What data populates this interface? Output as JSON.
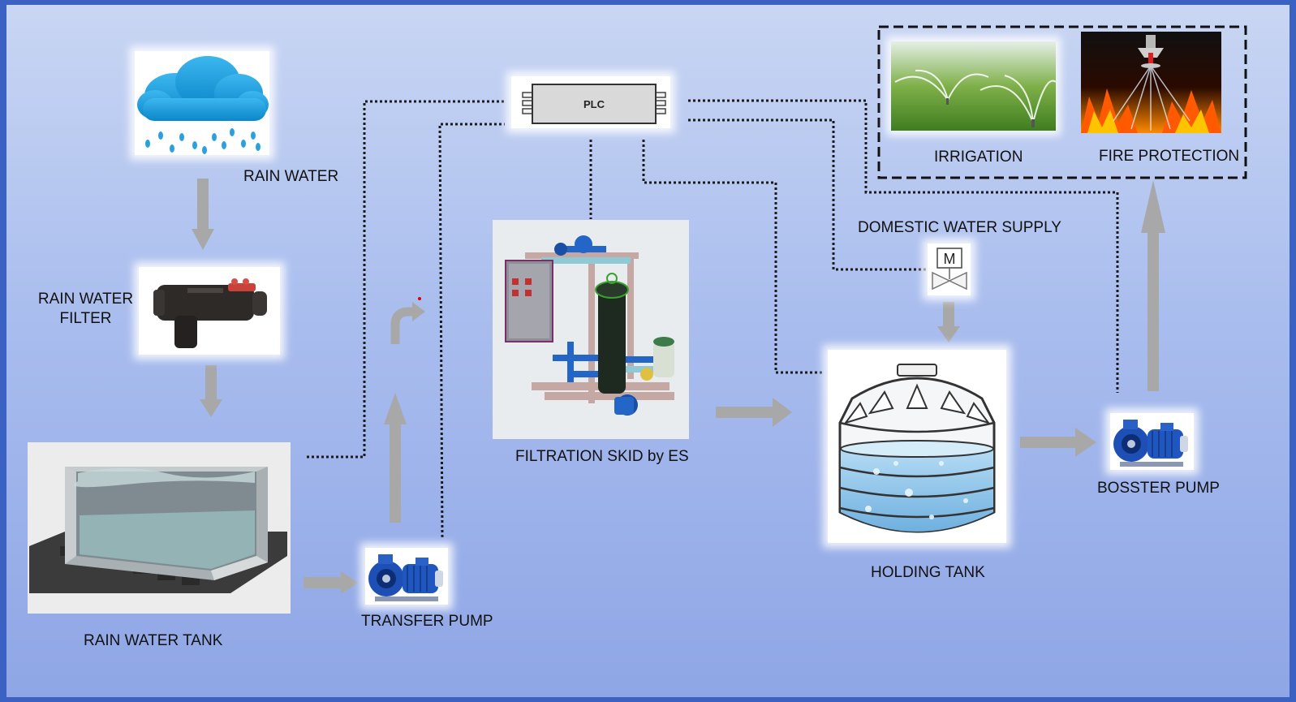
{
  "labels": {
    "rain_water": "RAIN WATER",
    "rain_water_filter": "RAIN WATER\nFILTER",
    "rain_water_tank": "RAIN WATER TANK",
    "transfer_pump": "TRANSFER PUMP",
    "plc": "PLC",
    "filtration_skid": "FILTRATION SKID by ES",
    "domestic_water_supply": "DOMESTIC WATER SUPPLY",
    "motor_valve": "M",
    "holding_tank": "HOLDING TANK",
    "booster_pump": "BOSSTER PUMP",
    "irrigation": "IRRIGATION",
    "fire_protection": "FIRE PROTECTION"
  },
  "icons": [
    "rain-cloud-icon",
    "rain-filter-icon",
    "rain-tank-icon",
    "transfer-pump-icon",
    "plc-icon",
    "filtration-skid-icon",
    "motor-valve-icon",
    "holding-tank-icon",
    "booster-pump-icon",
    "irrigation-icon",
    "fire-sprinkler-icon"
  ],
  "colors": {
    "background_top": "#c9d6f3",
    "background_bottom": "#8fa6e6",
    "frame": "#3b62c2",
    "arrow": "#a8a8a8",
    "signal_line": "#1a1a1a",
    "pump_blue": "#1d4fb5",
    "water": "#8fc6ea"
  }
}
